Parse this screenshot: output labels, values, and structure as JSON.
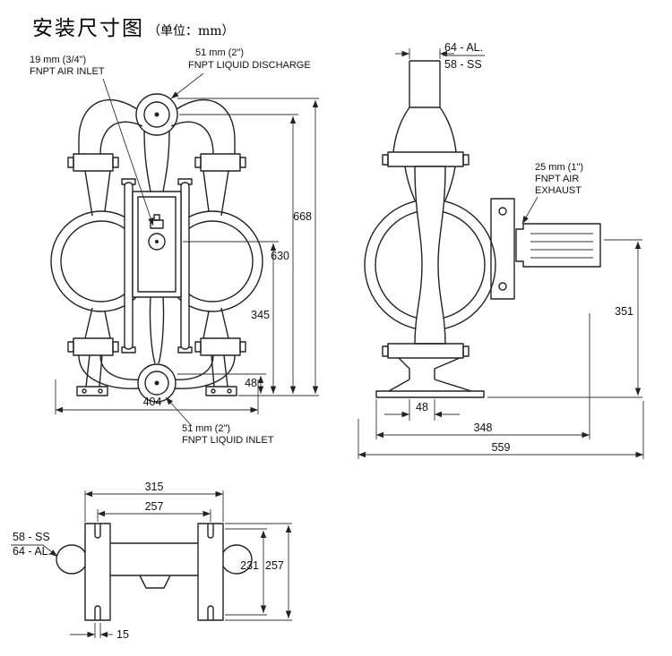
{
  "title": {
    "main": "安装尺寸图",
    "unit": "（单位：mm）"
  },
  "front": {
    "air_inlet_line1": "19 mm (3/4\")",
    "air_inlet_line2": "FNPT AIR INLET",
    "discharge_line1": "51 mm (2\")",
    "discharge_line2": "FNPT LIQUID DISCHARGE",
    "inlet_line1": "51 mm (2\")",
    "inlet_line2": "FNPT LIQUID INLET",
    "dim_total_height": "668",
    "dim_discharge_height": "630",
    "dim_air_port_height": "345",
    "dim_inlet_height": "48",
    "dim_width": "404"
  },
  "side": {
    "dim_top_al": "64 - AL.",
    "dim_top_ss": "58 - SS",
    "exhaust_line1": "25 mm (1\")",
    "exhaust_line2": "FNPT AIR",
    "exhaust_line3": "EXHAUST",
    "dim_exhaust_height": "351",
    "dim_foot": "48",
    "dim_body_width": "348",
    "dim_total_width": "559"
  },
  "bottom": {
    "label_ss": "58 - SS",
    "label_al": "64 - AL.",
    "dim_outer_width": "315",
    "dim_bolt_width": "257",
    "dim_inner_height": "231",
    "dim_outer_height": "257",
    "dim_slot": "15"
  }
}
